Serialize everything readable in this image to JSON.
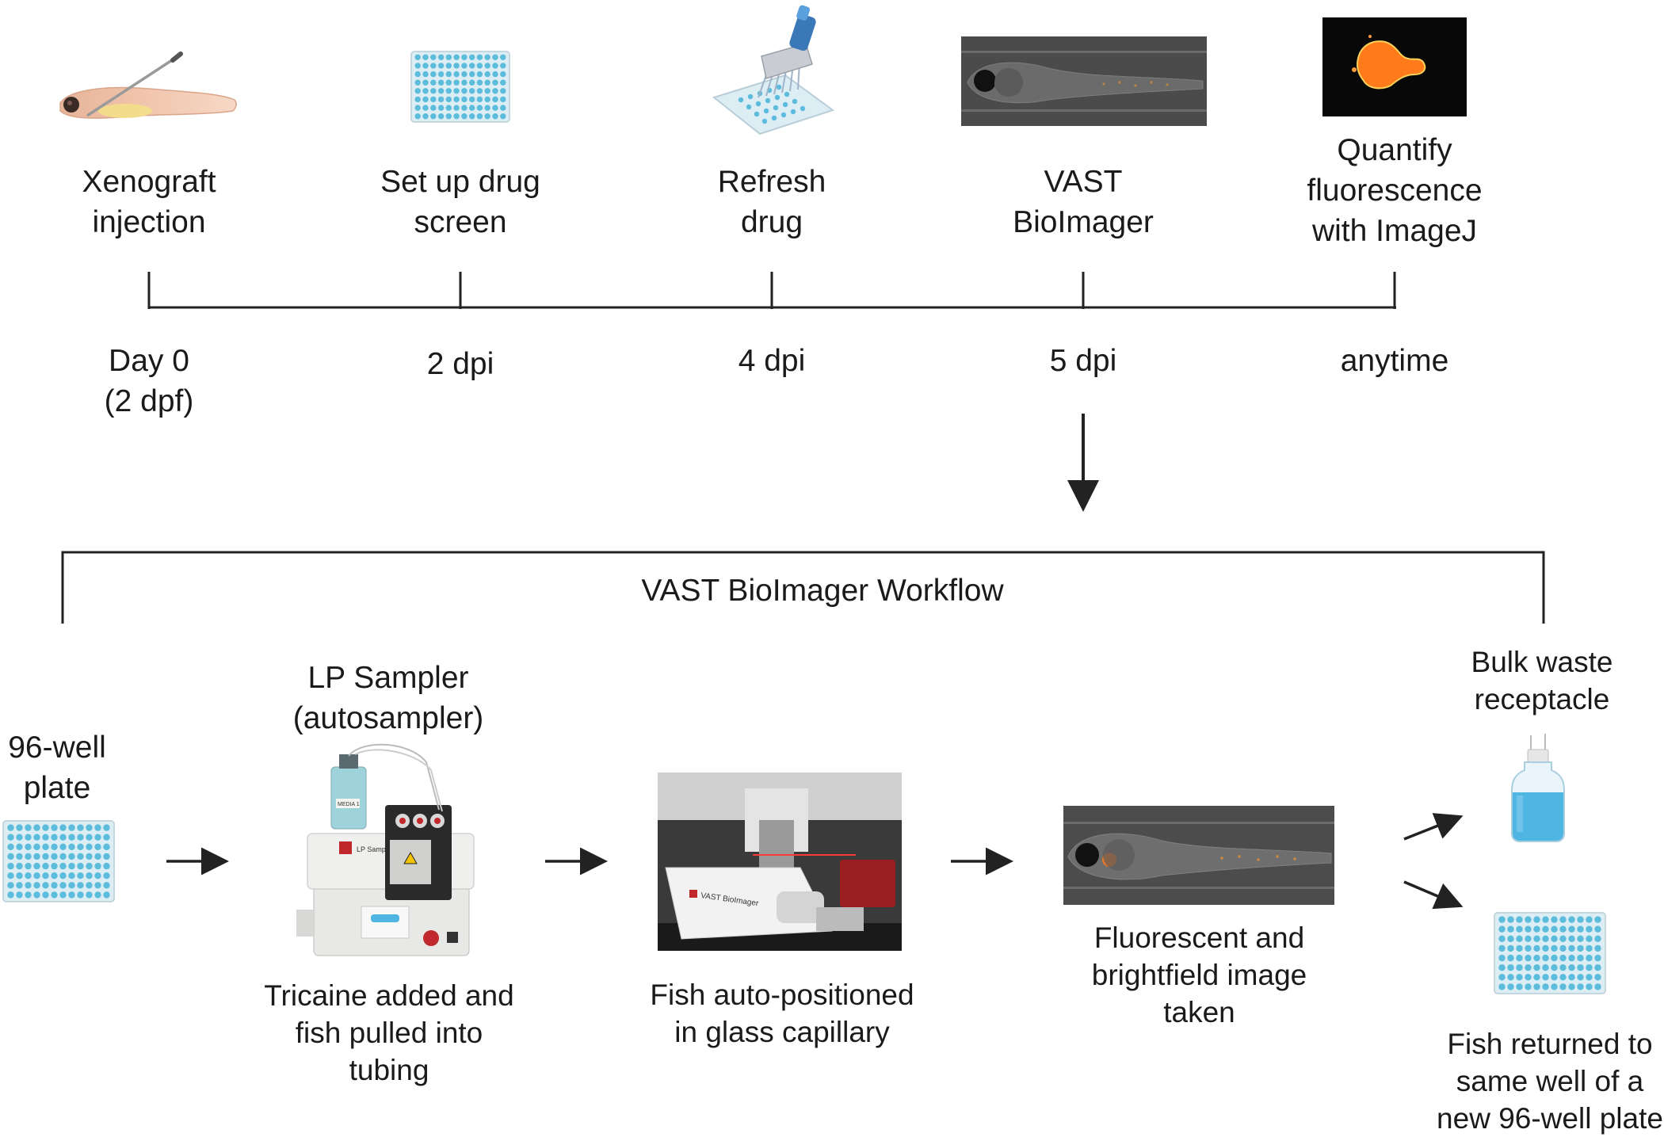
{
  "timeline": {
    "steps": [
      {
        "label": "Xenograft\ninjection",
        "time": "Day 0\n(2 dpf)",
        "icon": "zebrafish-injection-icon"
      },
      {
        "label": "Set up drug\nscreen",
        "time": "2 dpi",
        "icon": "96-well-plate-icon"
      },
      {
        "label": "Refresh\ndrug",
        "time": "4 dpi",
        "icon": "multichannel-pipette-icon"
      },
      {
        "label": "VAST\nBioImager",
        "time": "5 dpi",
        "icon": "larva-brightfield-image"
      },
      {
        "label": "Quantify\nfluorescence\nwith ImageJ",
        "time": "anytime",
        "icon": "fluorescent-tumor-image"
      }
    ]
  },
  "workflow": {
    "title": "VAST BioImager Workflow",
    "plate_label": "96-well\nplate",
    "sampler_title": "LP Sampler\n(autosampler)",
    "sampler_caption": "Tricaine added and\nfish pulled into\ntubing",
    "sampler_bottle_text": "MEDIA 1",
    "sampler_brand_text": "LP Sampler",
    "imager_caption": "Fish auto-positioned\nin glass capillary",
    "imager_brand_text": "VAST BioImager",
    "image_caption": "Fluorescent and\nbrightfield image\ntaken",
    "waste_label": "Bulk waste\nreceptacle",
    "return_label": "Fish returned to\nsame well of a\nnew 96-well plate"
  },
  "colors": {
    "line": "#222222",
    "well": "#5bbcdc",
    "plate_bg": "#dcedf3",
    "fluorescence": "#ff7a1a",
    "bottle_liquid": "#4fb6e3"
  }
}
